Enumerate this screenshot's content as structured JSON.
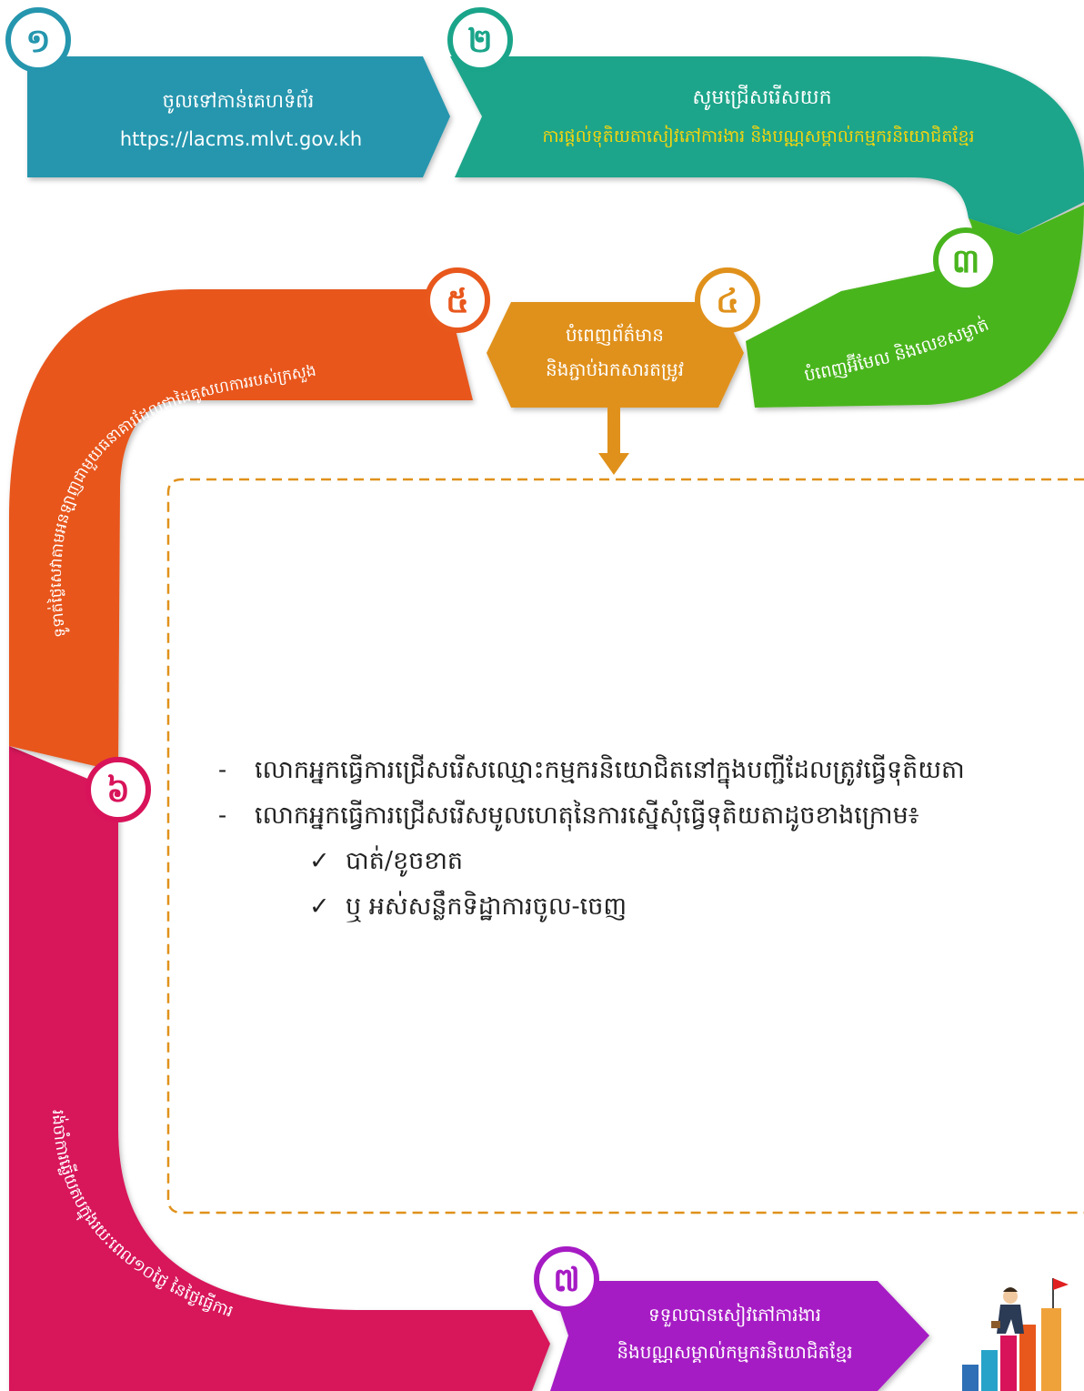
{
  "steps": [
    {
      "number": "១",
      "text": "ចូលទៅកាន់គេហទំព័រ",
      "url": "https://lacms.mlvt.gov.kh",
      "color": "#2596ae"
    },
    {
      "number": "២",
      "text": "សូមជ្រើសរើសយក",
      "highlight": "ការផ្តល់ទុតិយតាសៀវភៅការងារ និងបណ្ណសម្គាល់កម្មករនិយោជិតខ្មែរ",
      "color": "#1aa58a",
      "highlight_color": "#f6d40e"
    },
    {
      "number": "៣",
      "text": "បំពេញអ៊ីមែល និងលេខសម្ងាត់",
      "color": "#49b51e"
    },
    {
      "number": "៤",
      "line1": "បំពេញព័ត៌មាន",
      "line2": "និងភ្ជាប់ឯកសារតម្រូវ",
      "color": "#e0911b"
    },
    {
      "number": "៥",
      "text": "ទូទាត់ថ្លៃសេវាតាមអនឡាញជាមួយធនាគារដែលជាដៃគូសហការរបស់ក្រសួង",
      "color": "#e8571c"
    },
    {
      "number": "៦",
      "text": "រង់ចាំការឆ្លើយតបក្នុងរយៈពេល១០ថ្ងៃ នៃថ្ងៃធ្វើការ",
      "color": "#d8135a"
    },
    {
      "number": "៧",
      "line1": "ទទួលបានសៀវភៅការងារ",
      "line2": "និងបណ្ណសម្គាល់កម្មករនិយោជិតខ្មែរ",
      "color": "#a61bc4"
    }
  ],
  "notes": {
    "bullet_mark": "-",
    "check_mark": "✓",
    "items": [
      "លោកអ្នកធ្វើការជ្រើសរើសឈ្មោះកម្មករនិយោជិតនៅក្នុងបញ្ជីដែលត្រូវធ្វើទុតិយតា",
      "លោកអ្នកធ្វើការជ្រើសរើសមូលហេតុនៃការស្នើសុំធ្វើទុតិយតាដូចខាងក្រោម៖"
    ],
    "sub_items": [
      "បាត់/ខូចខាត",
      "ឬ អស់សន្លឹកទិដ្ឋាការចូល-ចេញ"
    ]
  },
  "colors": {
    "dashed_border": "#e0911b",
    "arrow": "#e0911b"
  }
}
